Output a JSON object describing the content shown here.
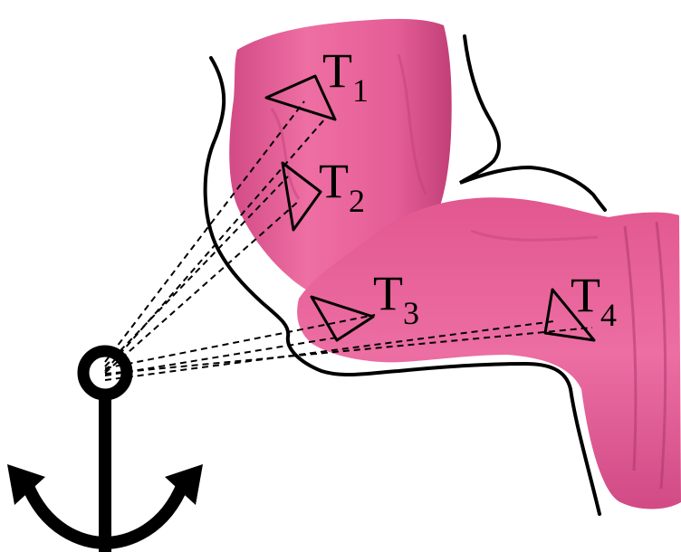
{
  "colors": {
    "tissue": "#e65b94",
    "tissue_dark": "#c13f78",
    "tissue_light": "#f07fae",
    "outline": "#000000",
    "background": "#ffffff"
  },
  "anchor": {
    "icon": "anchor-icon"
  },
  "targets": [
    {
      "label_main": "T",
      "label_sub": "1"
    },
    {
      "label_main": "T",
      "label_sub": "2"
    },
    {
      "label_main": "T",
      "label_sub": "3"
    },
    {
      "label_main": "T",
      "label_sub": "4"
    }
  ]
}
